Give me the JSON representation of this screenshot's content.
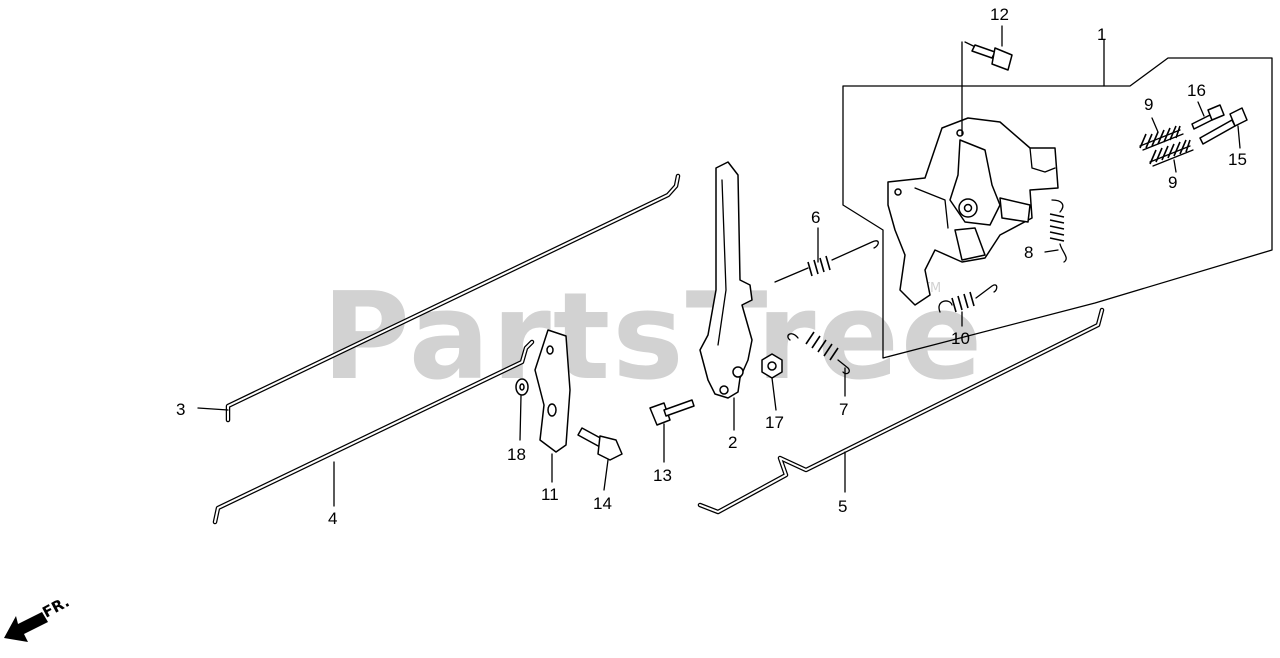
{
  "watermark": {
    "text": "PartsTree",
    "tm": "TM"
  },
  "orientation": {
    "label": "FR."
  },
  "callouts": {
    "c1": "1",
    "c2": "2",
    "c3": "3",
    "c4": "4",
    "c5": "5",
    "c6": "6",
    "c7": "7",
    "c8": "8",
    "c9a": "9",
    "c9b": "9",
    "c10": "10",
    "c11": "11",
    "c12": "12",
    "c13": "13",
    "c14": "14",
    "c15": "15",
    "c16": "16",
    "c17": "17",
    "c18": "18"
  }
}
